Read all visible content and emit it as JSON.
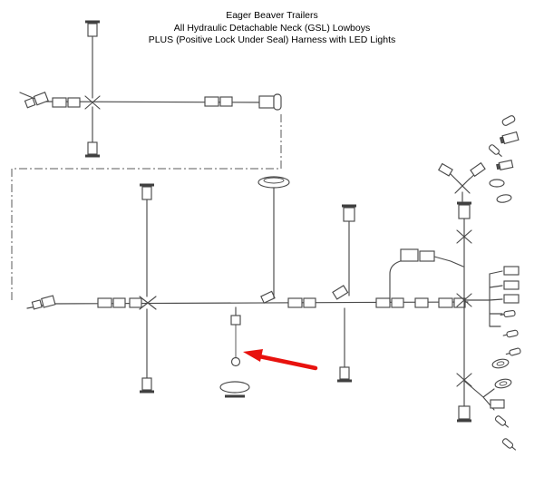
{
  "title": {
    "line1": "Eager Beaver Trailers",
    "line2": "All Hydraulic Detachable Neck (GSL) Lowboys",
    "line3": "PLUS (Positive Lock Under Seal) Harness with LED Lights"
  },
  "diagram": {
    "kind": "trailer wiring harness schematic",
    "wire_color": "#4a4a4a",
    "arrow_color": "#e8120e",
    "background": "#ffffff"
  }
}
